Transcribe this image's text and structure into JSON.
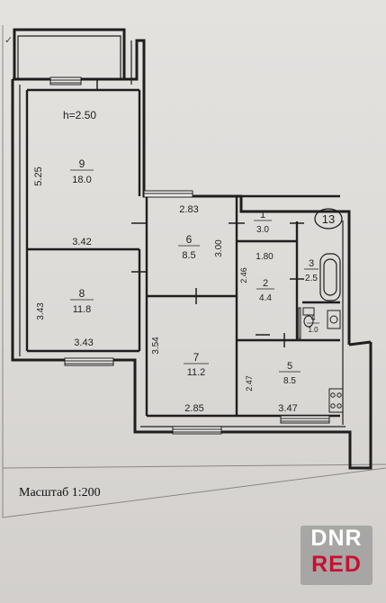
{
  "plan": {
    "apartment_number": "13",
    "ceiling_height": "h=2.50",
    "rooms": [
      {
        "no": "1",
        "area": "3.0"
      },
      {
        "no": "2",
        "area": "4.4"
      },
      {
        "no": "3",
        "area": "2.5"
      },
      {
        "no": "4",
        "area": "1.0"
      },
      {
        "no": "5",
        "area": "8.5"
      },
      {
        "no": "6",
        "area": "8.5"
      },
      {
        "no": "7",
        "area": "11.2"
      },
      {
        "no": "8",
        "area": "11.8"
      },
      {
        "no": "9",
        "area": "18.0"
      }
    ],
    "dimensions": {
      "d_525": "5.25",
      "d_342": "3.42",
      "d_343_left": "3.43",
      "d_343_bottom": "3.43",
      "d_283": "2.83",
      "d_300": "3.00",
      "d_354": "3.54",
      "d_285": "2.85",
      "d_180": "1.80",
      "d_246": "2.46",
      "d_247": "2.47",
      "d_347": "3.47"
    }
  },
  "scale_label": "Масштаб 1:200",
  "watermark": {
    "line1": "DNR",
    "line2": "RED"
  },
  "colors": {
    "ink": "#1e1e1e",
    "paper": "#e2e0dd",
    "watermark_red": "#c8102e"
  }
}
